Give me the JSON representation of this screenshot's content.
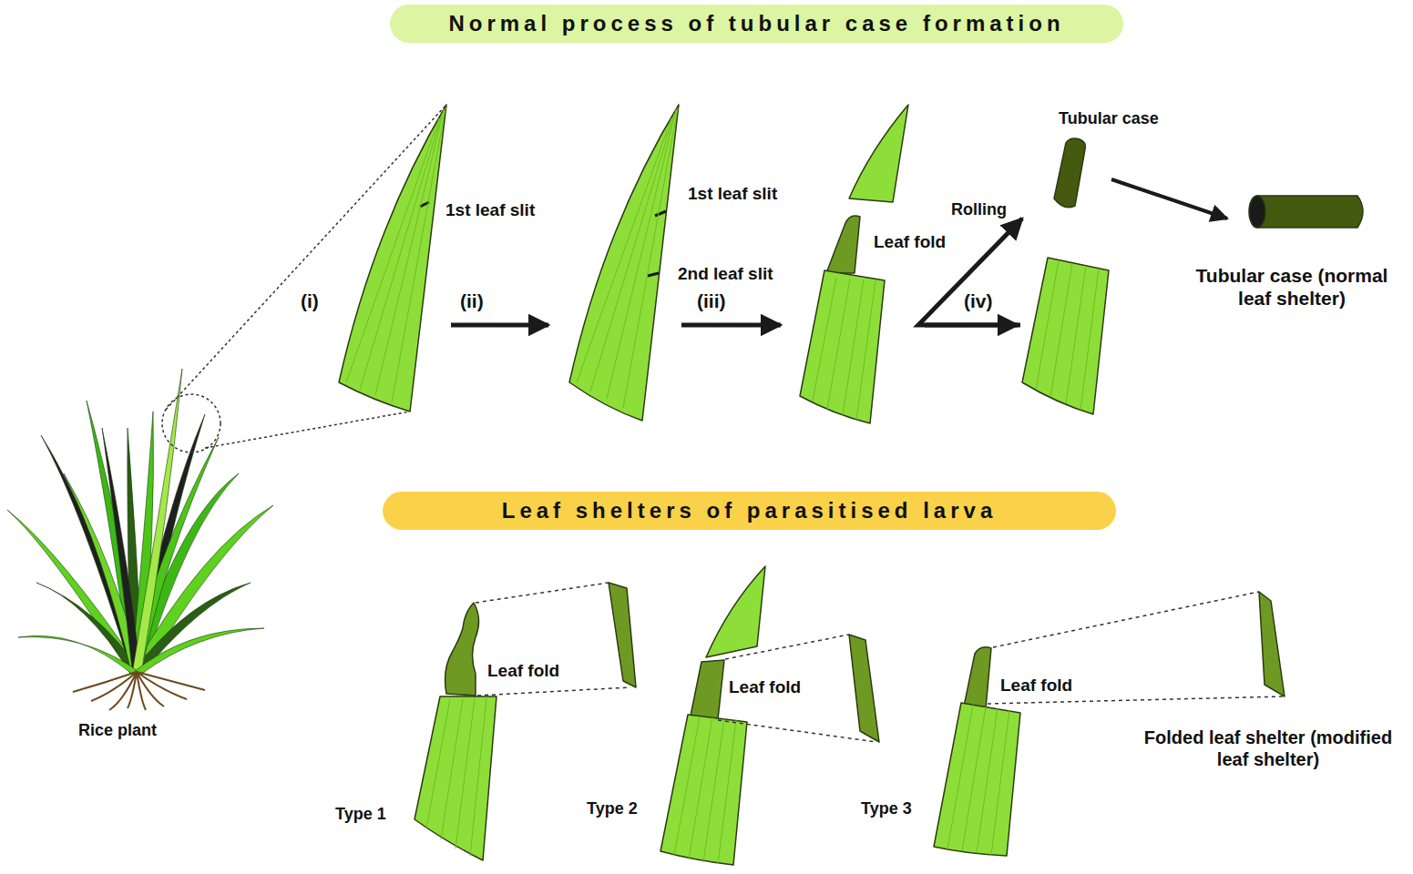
{
  "diagram": {
    "nodes": [
      {
        "text": [
          "Normal process of tubular case formation"
        ]
      },
      {
        "text": [
          "Leaf shelters of parasitised larva"
        ]
      }
    ],
    "labels": [
      "(i)",
      "(ii)",
      "(iii)",
      "(iv)",
      "1st leaf slit",
      "1st leaf slit",
      "2nd leaf slit",
      "Leaf fold",
      "Rolling",
      "Tubular case",
      "Tubular case (normal leaf shelter)",
      "Rice plant",
      "Leaf fold",
      "Leaf fold",
      "Leaf fold",
      "Type 1",
      "Type 2",
      "Type 3",
      "Folded leaf shelter (modified leaf shelter)"
    ]
  }
}
